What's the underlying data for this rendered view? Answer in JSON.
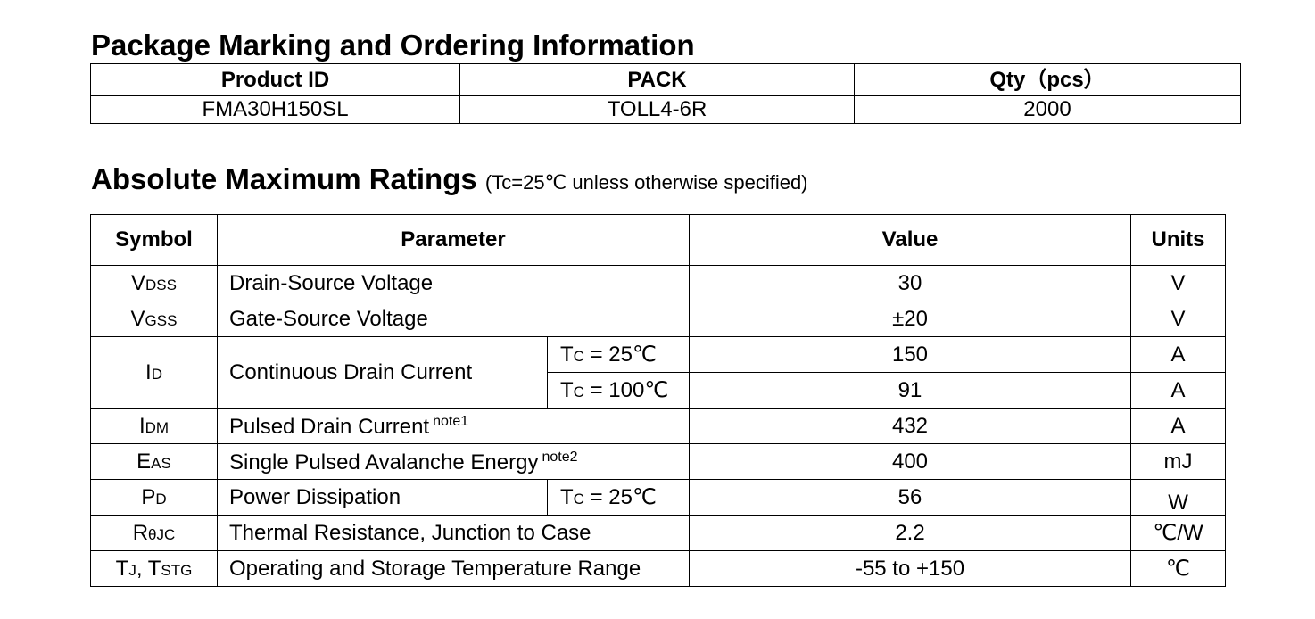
{
  "ordering": {
    "title": "Package Marking and Ordering Information",
    "headers": [
      "Product ID",
      "PACK",
      "Qty（pcs）"
    ],
    "row": [
      "FMA30H150SL",
      "TOLL4-6R",
      "2000"
    ]
  },
  "ratings": {
    "title": "Absolute Maximum Ratings",
    "condition": "(Tc=25℃ unless otherwise specified)",
    "headers": [
      "Symbol",
      "Parameter",
      "Value",
      "Units"
    ],
    "rows": [
      {
        "symbol": "V",
        "symbol_sub": "DSS",
        "parameter": "Drain-Source Voltage",
        "value": "30",
        "unit": "V"
      },
      {
        "symbol": "V",
        "symbol_sub": "GSS",
        "parameter": "Gate-Source Voltage",
        "value": "±20",
        "unit": "V"
      },
      {
        "symbol": "I",
        "symbol_sub": "D",
        "parameter": "Continuous Drain Current",
        "cond1_main": "T",
        "cond1_sub": "C",
        "cond1_rest": " = 25℃",
        "value1": "150",
        "unit1": "A",
        "cond2_main": "T",
        "cond2_sub": "C",
        "cond2_rest": " = 100℃",
        "value2": "91",
        "unit2": "A"
      },
      {
        "symbol": "I",
        "symbol_sub": "DM",
        "parameter": "Pulsed Drain Current",
        "note": "note1",
        "value": "432",
        "unit": "A"
      },
      {
        "symbol": "E",
        "symbol_sub": "AS",
        "parameter": "Single Pulsed Avalanche Energy",
        "note": "note2",
        "value": "400",
        "unit": "mJ"
      },
      {
        "symbol": "P",
        "symbol_sub": "D",
        "parameter": "Power Dissipation",
        "cond_main": "T",
        "cond_sub": "C",
        "cond_rest": " = 25℃",
        "value": "56",
        "unit": "W"
      },
      {
        "symbol": "R",
        "symbol_sub": "θJC",
        "parameter": "Thermal Resistance, Junction to Case",
        "value": "2.2",
        "unit": "℃/W"
      },
      {
        "symbol": "T",
        "symbol_sub": "J",
        "symbol_mid": ", T",
        "symbol_sub2": "STG",
        "parameter": "Operating and Storage Temperature Range",
        "value": "-55 to +150",
        "unit": "℃"
      }
    ]
  }
}
